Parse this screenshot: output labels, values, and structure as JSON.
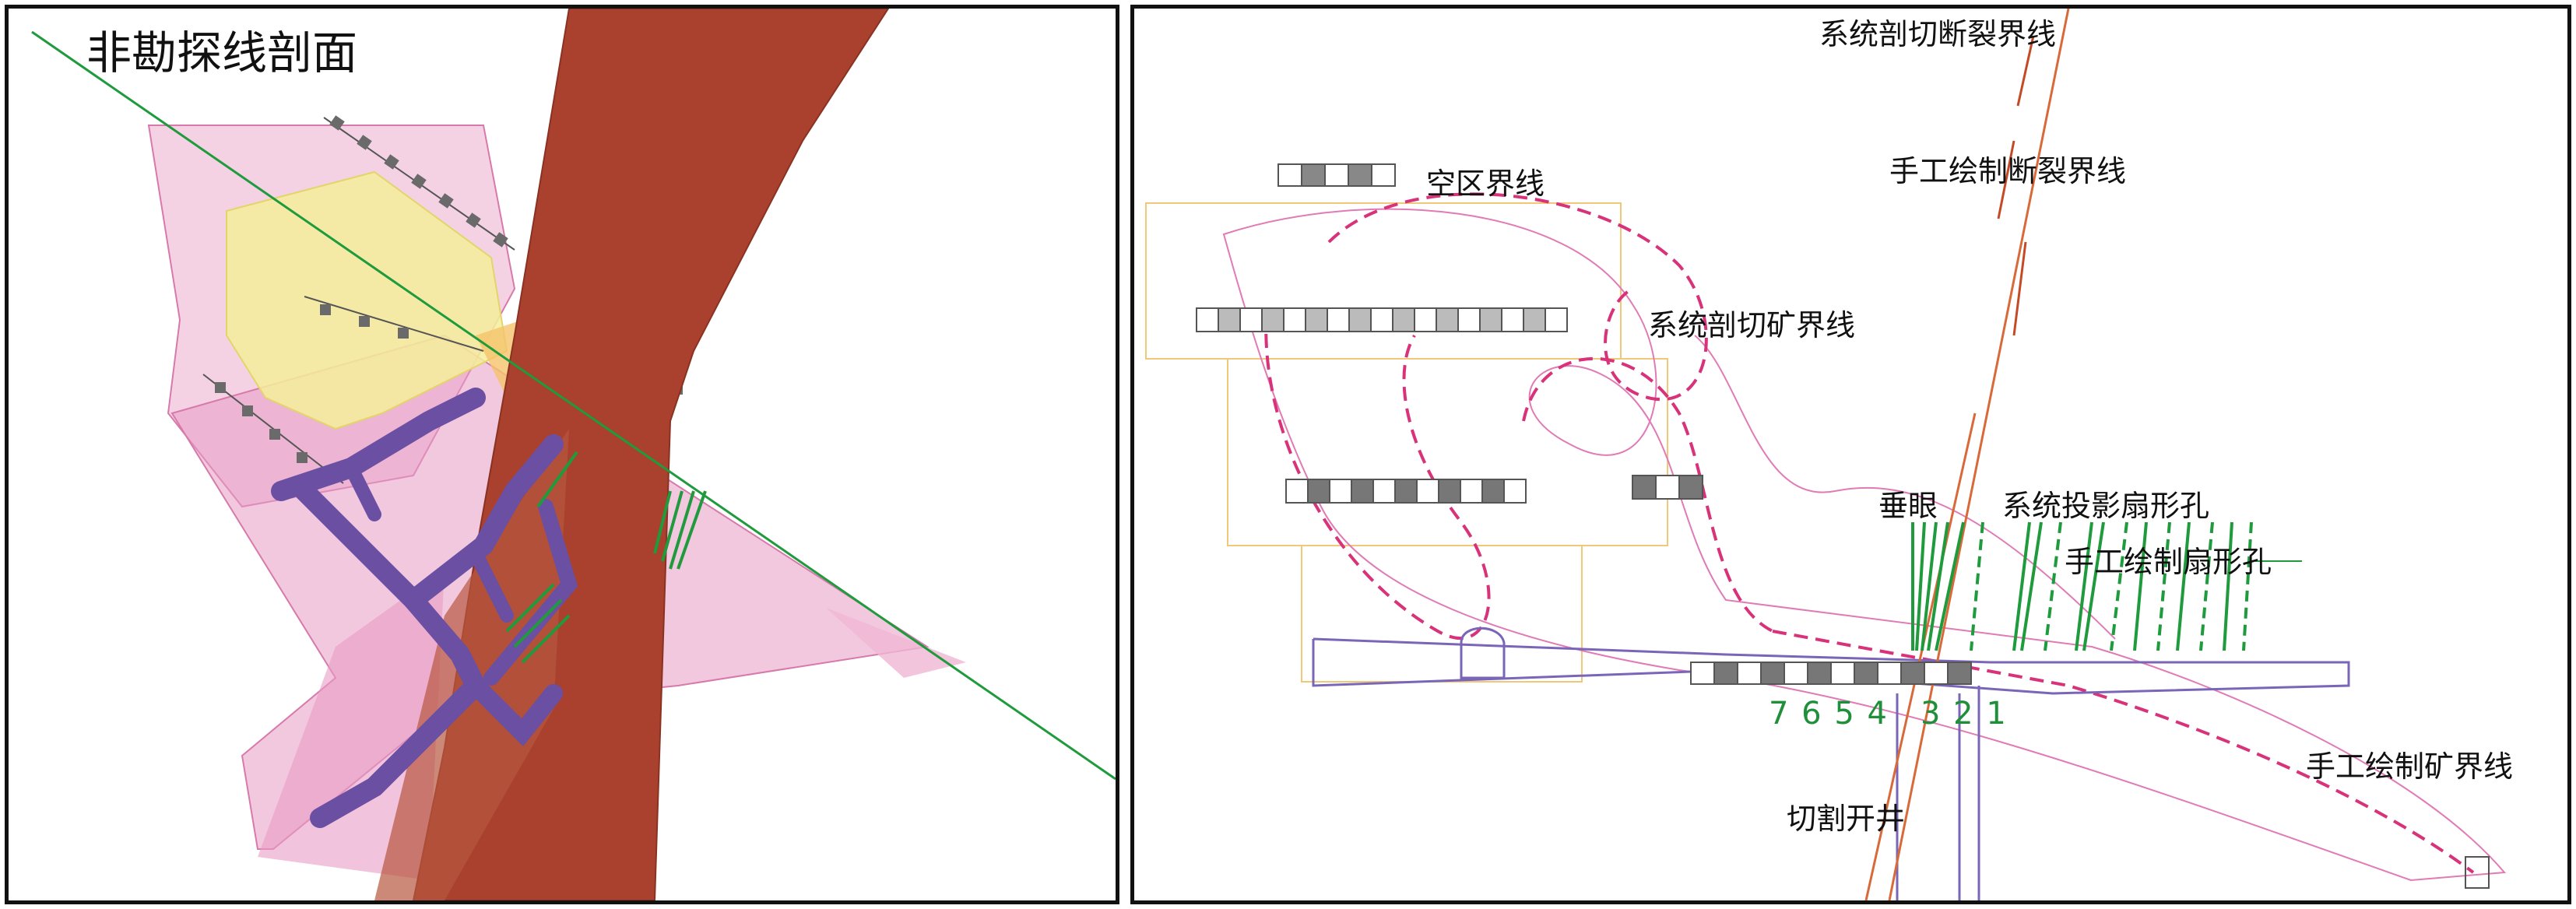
{
  "left": {
    "title": "非勘探线剖面"
  },
  "right": {
    "labels": {
      "system_fault": "系统剖切断裂界线",
      "manual_fault": "手工绘制断裂界线",
      "void_boundary": "空区界线",
      "system_ore": "系统剖切矿界线",
      "vertical_eye": "垂眼",
      "system_fan": "系统投影扇形孔",
      "manual_fan": "手工绘制扇形孔",
      "manual_ore": "手工绘制矿界线",
      "cut_raise": "切割开井"
    },
    "hole_numbers_left": "7 6 5 4",
    "hole_numbers_right": "3 2 1"
  },
  "colors": {
    "fault_red": "#a9412e",
    "tunnel_purple": "#6a4fa3",
    "pink": "#e79bc4",
    "yellow": "#f4ef9a",
    "green": "#1f9a3c",
    "magenta": "#d8337a",
    "orange_line": "#d86a3a",
    "tan_box": "#f1c87a",
    "violet_line": "#7a66b8"
  }
}
